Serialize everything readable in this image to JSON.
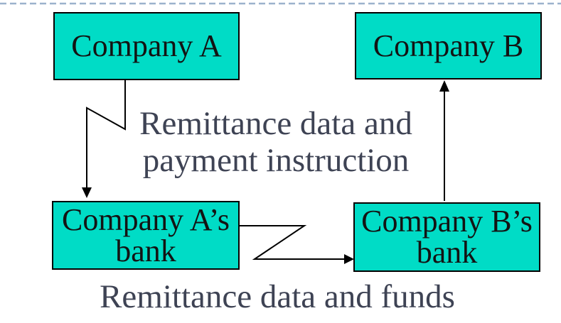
{
  "slide": {
    "boxes": {
      "company_a": {
        "label": "Company A"
      },
      "company_b": {
        "label": "Company B"
      },
      "company_a_bank": {
        "line1": "Company A’s",
        "line2": "bank"
      },
      "company_b_bank": {
        "line1": "Company B’s",
        "line2": "bank"
      }
    },
    "captions": {
      "middle": {
        "line1": "Remittance data and",
        "line2": "payment instruction"
      },
      "bottom": {
        "text": "Remittance data and funds"
      }
    },
    "arrows": [
      {
        "name": "company-a-to-company-a-bank",
        "style": "zigzag",
        "direction": "down"
      },
      {
        "name": "company-a-bank-to-company-b-bank",
        "style": "zigzag",
        "direction": "right"
      },
      {
        "name": "company-b-bank-to-company-b",
        "style": "straight",
        "direction": "up"
      }
    ],
    "colors": {
      "background": "#ffffff",
      "box_fill": "#00dcc6",
      "box_border": "#000000",
      "box_text": "#131313",
      "caption_text": "#3e4354",
      "arrow": "#000000",
      "top_divider": "#9cb2cd"
    }
  }
}
